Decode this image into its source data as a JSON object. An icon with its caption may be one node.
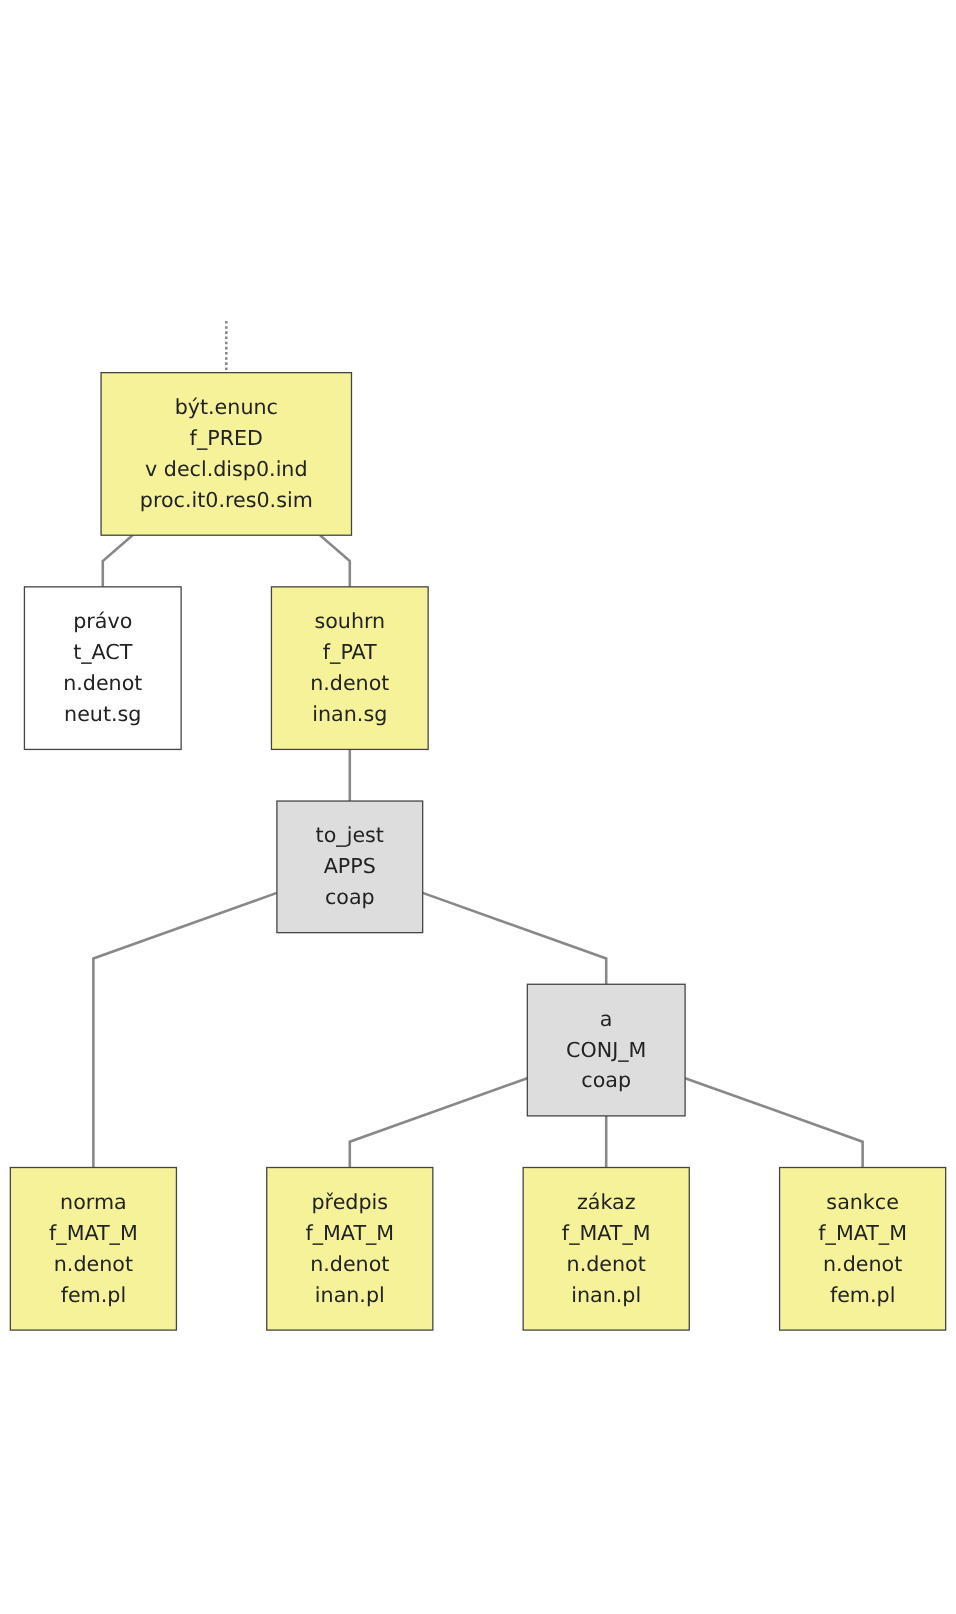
{
  "diagram": {
    "nodes": [
      {
        "text": [
          "být.enunc",
          "f_PRED",
          "v decl.disp0.ind",
          "proc.it0.res0.sim"
        ]
      },
      {
        "text": [
          "právo",
          "t_ACT",
          "n.denot",
          "neut.sg"
        ]
      },
      {
        "text": [
          "souhrn",
          "f_PAT",
          "n.denot",
          "inan.sg"
        ]
      },
      {
        "text": [
          "to_jest",
          "APPS",
          "coap"
        ]
      },
      {
        "text": [
          "norma",
          "f_MAT_M",
          "n.denot",
          "fem.pl"
        ]
      },
      {
        "text": [
          "a",
          "CONJ_M",
          "coap"
        ]
      },
      {
        "text": [
          "předpis",
          "f_MAT_M",
          "n.denot",
          "inan.pl"
        ]
      },
      {
        "text": [
          "zákaz",
          "f_MAT_M",
          "n.denot",
          "inan.pl"
        ]
      },
      {
        "text": [
          "sankce",
          "f_MAT_M",
          "n.denot",
          "fem.pl"
        ]
      }
    ],
    "edges": [
      {
        "from": null,
        "to": 0,
        "arrow": "none",
        "style": "dashed"
      },
      {
        "from": 0,
        "to": 1,
        "arrow": "none"
      },
      {
        "from": 0,
        "to": 2,
        "arrow": "none"
      },
      {
        "from": 2,
        "to": 3,
        "arrow": "none"
      },
      {
        "from": 3,
        "to": 4,
        "arrow": "none"
      },
      {
        "from": 3,
        "to": 5,
        "arrow": "none"
      },
      {
        "from": 5,
        "to": 6,
        "arrow": "none"
      },
      {
        "from": 5,
        "to": 7,
        "arrow": "none"
      },
      {
        "from": 5,
        "to": 8,
        "arrow": "none"
      }
    ]
  }
}
